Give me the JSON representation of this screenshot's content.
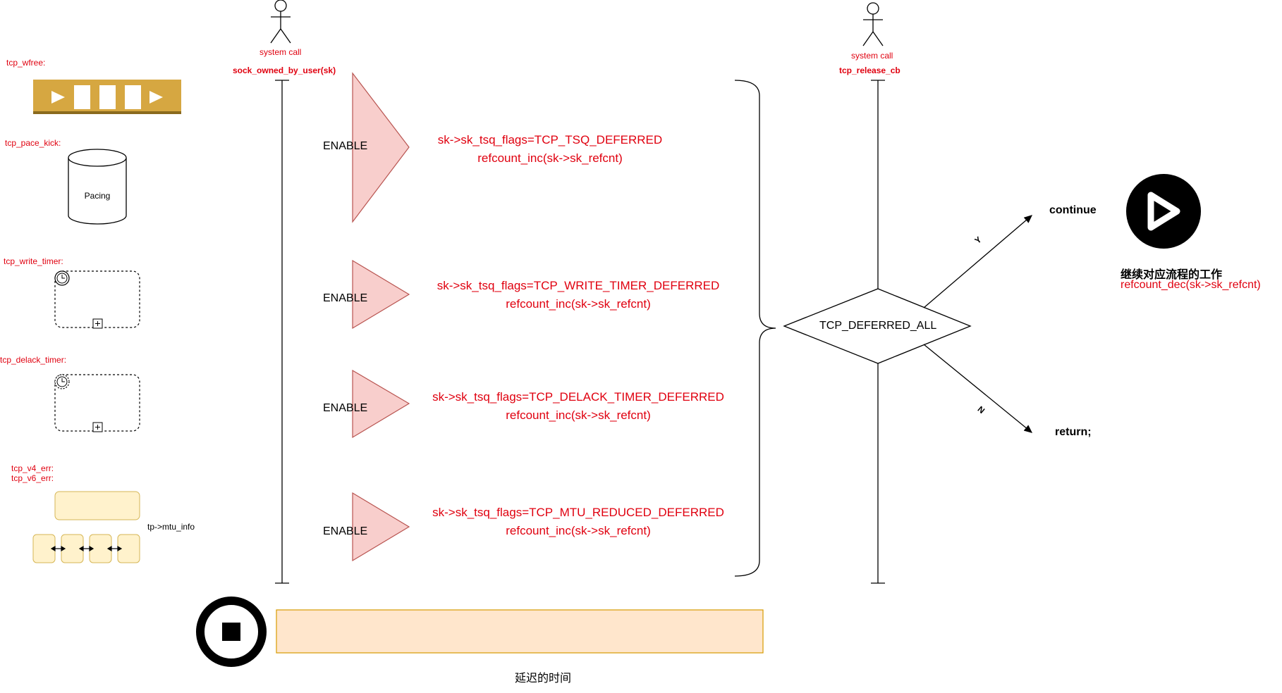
{
  "colors": {
    "red": "#e0000f",
    "triangle_fill": "#f8cecc",
    "triangle_stroke": "#b85450",
    "gold": "#d6a741",
    "tape_fill": "#fff2cc",
    "tape_stroke": "#d6b656",
    "bar_fill": "#ffe6cc",
    "bar_stroke": "#d79b00"
  },
  "legend": {
    "tcp_wfree": "tcp_wfree:",
    "tcp_pace_kick": "tcp_pace_kick:",
    "pacing_label": "Pacing",
    "tcp_write_timer": "tcp_write_timer:",
    "tcp_delack_timer": "tcp_delack_timer:",
    "tcp_v4_err": "tcp_v4_err:",
    "tcp_v6_err": "tcp_v6_err:",
    "mtu_info": "tp->mtu_info"
  },
  "actors": {
    "left": {
      "role": "system call",
      "name": "sock_owned_by_user(sk)"
    },
    "right": {
      "role": "system call",
      "name": "tcp_release_cb"
    }
  },
  "flags": [
    {
      "enable": "ENABLE",
      "flag": "sk->sk_tsq_flags=TCP_TSQ_DEFERRED",
      "ref": "refcount_inc(sk->sk_refcnt)"
    },
    {
      "enable": "ENABLE",
      "flag": "sk->sk_tsq_flags=TCP_WRITE_TIMER_DEFERRED",
      "ref": "refcount_inc(sk->sk_refcnt)"
    },
    {
      "enable": "ENABLE",
      "flag": "sk->sk_tsq_flags=TCP_DELACK_TIMER_DEFERRED",
      "ref": "refcount_inc(sk->sk_refcnt)"
    },
    {
      "enable": "ENABLE",
      "flag": "sk->sk_tsq_flags=TCP_MTU_REDUCED_DEFERRED",
      "ref": "refcount_inc(sk->sk_refcnt)"
    }
  ],
  "decision": {
    "label": "TCP_DEFERRED_ALL",
    "yes": "Y",
    "no": "N",
    "continue_label": "continue",
    "return_label": "return;",
    "continue_note": "继续对应流程的工作",
    "continue_ref": "refcount_dec(sk->sk_refcnt)"
  },
  "bottom": {
    "delay_label": "延迟的时间"
  },
  "icons": {
    "play": "play-icon",
    "stop": "stop-icon",
    "actor": "stick-figure-icon",
    "timer": "clock-icon",
    "expand": "plus-box-icon"
  }
}
